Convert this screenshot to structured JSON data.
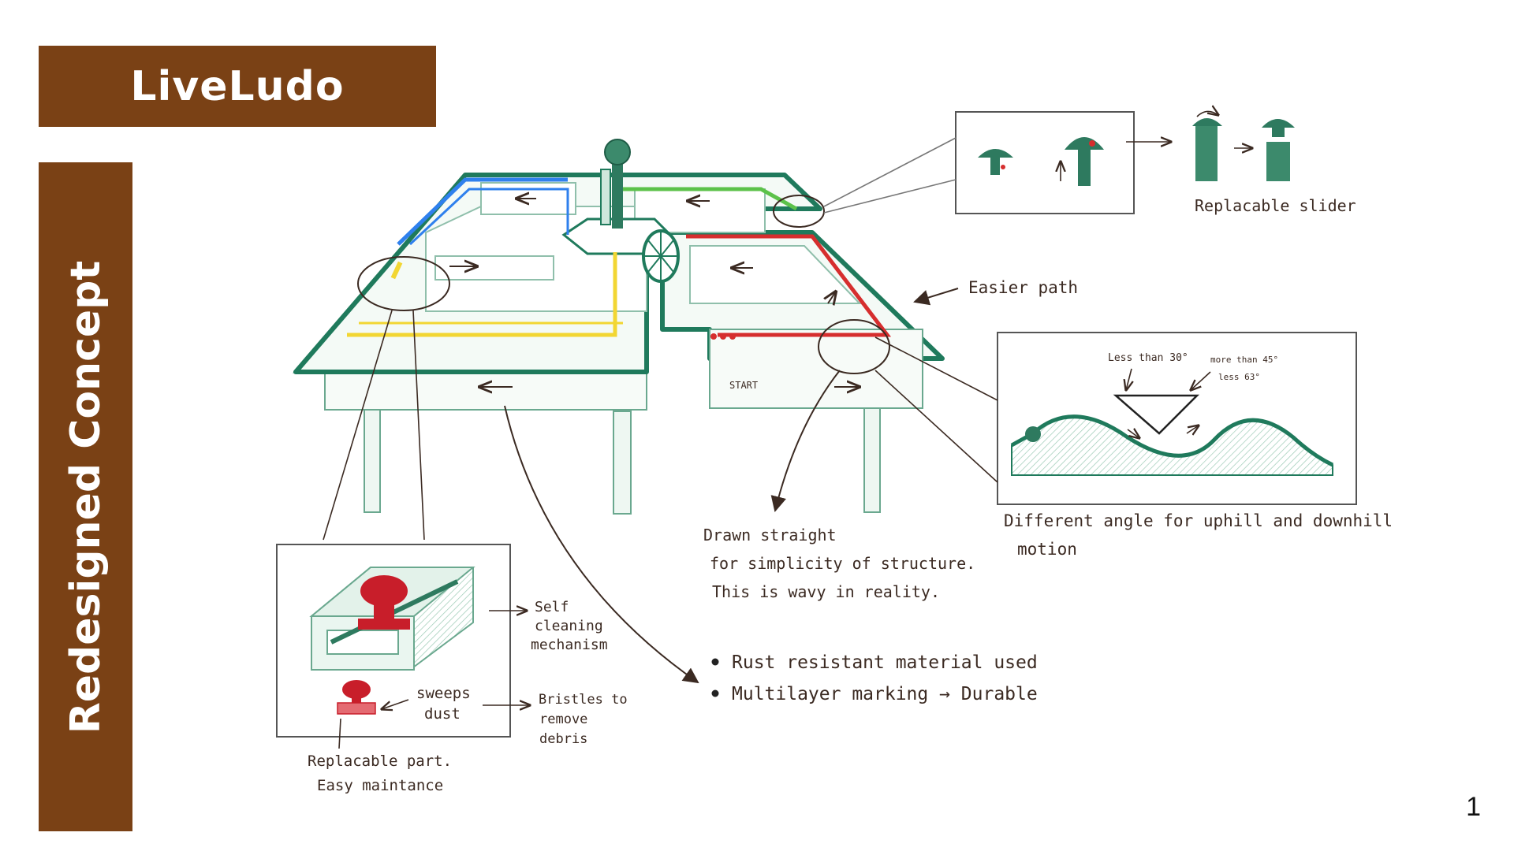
{
  "header": {
    "title": "LiveLudo"
  },
  "sidebar": {
    "label": "Redesigned Concept"
  },
  "page": {
    "number": "1"
  },
  "board": {
    "start_label": "START"
  },
  "annotations": {
    "replacable_slider": "Replacable slider",
    "easier_path": "Easier path",
    "less_than_30": "Less than 30°",
    "more_than_45_line1": "more than 45°",
    "more_than_45_line2": "less 63°",
    "different_angle_line1": "Different angle for uphill and downhill",
    "different_angle_line2": "motion",
    "drawn_straight_line1": "Drawn straight",
    "drawn_straight_line2": "for simplicity of structure.",
    "drawn_straight_line3": "This is wavy in reality.",
    "self_cleaning_line1": "Self",
    "self_cleaning_line2": "cleaning",
    "self_cleaning_line3": "mechanism",
    "sweeps_dust_line1": "sweeps",
    "sweeps_dust_line2": "dust",
    "bristles_line1": "Bristles to",
    "bristles_line2": "remove",
    "bristles_line3": "debris",
    "replacable_part_line1": "Replacable part.",
    "replacable_part_line2": "Easy maintance",
    "bullet_1": "Rust resistant material used",
    "bullet_2": "Multilayer marking → Durable"
  },
  "colors": {
    "brand": "#7a4115",
    "board_green": "#1f7a5c",
    "path_blue": "#2f80ed",
    "path_yellow": "#f2d633",
    "path_green": "#5cc24a",
    "path_red": "#d62e2e",
    "ink": "#3b2a22"
  }
}
